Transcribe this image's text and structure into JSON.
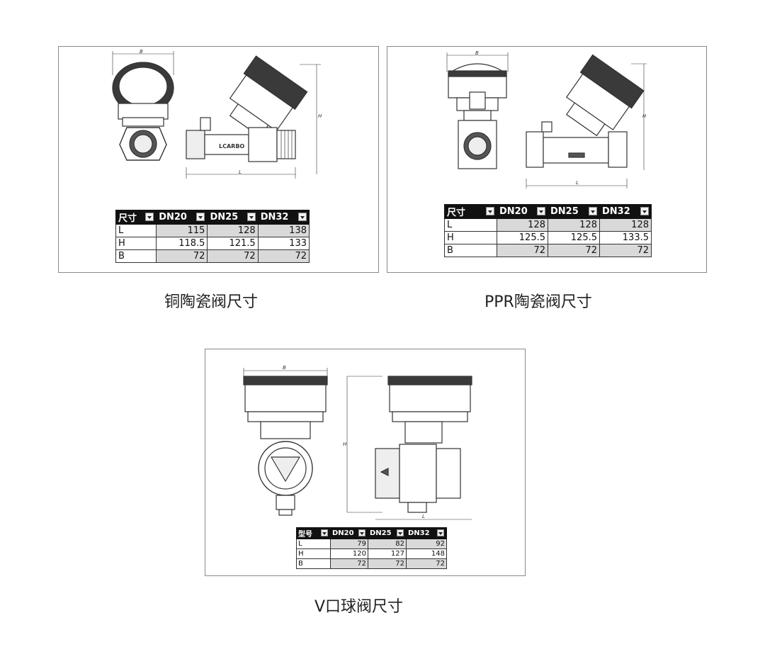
{
  "panels": [
    {
      "id": "copper",
      "caption": "铜陶瓷阀尺寸",
      "drawing_labels": {
        "b": "B",
        "h": "H",
        "l": "L",
        "brand": "LCARBO"
      },
      "table": {
        "corner": "尺寸",
        "columns": [
          "DN20",
          "DN25",
          "DN32"
        ],
        "rows": [
          {
            "label": "L",
            "values": [
              "115",
              "128",
              "138"
            ]
          },
          {
            "label": "H",
            "values": [
              "118.5",
              "121.5",
              "133"
            ]
          },
          {
            "label": "B",
            "values": [
              "72",
              "72",
              "72"
            ]
          }
        ]
      }
    },
    {
      "id": "ppr",
      "caption": "PPR陶瓷阀尺寸",
      "drawing_labels": {
        "b": "B",
        "h": "H",
        "l": "L"
      },
      "table": {
        "corner": "尺寸",
        "columns": [
          "DN20",
          "DN25",
          "DN32"
        ],
        "rows": [
          {
            "label": "L",
            "values": [
              "128",
              "128",
              "128"
            ]
          },
          {
            "label": "H",
            "values": [
              "125.5",
              "125.5",
              "133.5"
            ]
          },
          {
            "label": "B",
            "values": [
              "72",
              "72",
              "72"
            ]
          }
        ]
      }
    },
    {
      "id": "vball",
      "caption": "V口球阀尺寸",
      "drawing_labels": {
        "b": "B",
        "h": "H",
        "l": "L"
      },
      "table": {
        "corner": "型号",
        "columns": [
          "DN20",
          "DN25",
          "DN32"
        ],
        "rows": [
          {
            "label": "L",
            "values": [
              "79",
              "82",
              "92"
            ]
          },
          {
            "label": "H",
            "values": [
              "120",
              "127",
              "148"
            ]
          },
          {
            "label": "B",
            "values": [
              "72",
              "72",
              "72"
            ]
          }
        ]
      }
    }
  ],
  "colors": {
    "line": "#333333",
    "header": "#111111",
    "shade": "#d9d9d9",
    "border": "#8a8a8a"
  }
}
